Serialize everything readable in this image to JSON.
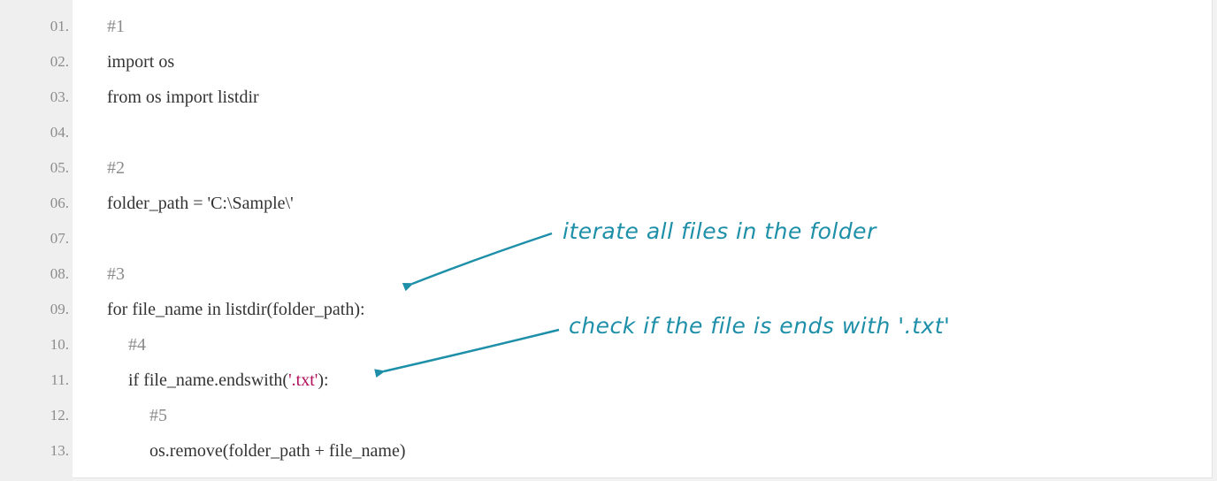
{
  "editor": {
    "lines": [
      {
        "num": "01.",
        "indent": 0,
        "parts": [
          {
            "text": "#1",
            "kind": "comment"
          }
        ]
      },
      {
        "num": "02.",
        "indent": 0,
        "parts": [
          {
            "text": "import os",
            "kind": "code"
          }
        ]
      },
      {
        "num": "03.",
        "indent": 0,
        "parts": [
          {
            "text": "from os import listdir",
            "kind": "code"
          }
        ]
      },
      {
        "num": "04.",
        "indent": 0,
        "parts": []
      },
      {
        "num": "05.",
        "indent": 0,
        "parts": [
          {
            "text": "#2",
            "kind": "comment"
          }
        ]
      },
      {
        "num": "06.",
        "indent": 0,
        "parts": [
          {
            "text": "folder_path = 'C:\\Sample\\'",
            "kind": "code"
          }
        ]
      },
      {
        "num": "07.",
        "indent": 0,
        "parts": []
      },
      {
        "num": "08.",
        "indent": 0,
        "parts": [
          {
            "text": "#3",
            "kind": "comment"
          }
        ]
      },
      {
        "num": "09.",
        "indent": 0,
        "parts": [
          {
            "text": "for file_name in listdir(folder_path):",
            "kind": "code"
          }
        ]
      },
      {
        "num": "10.",
        "indent": 1,
        "parts": [
          {
            "text": "#4",
            "kind": "comment"
          }
        ]
      },
      {
        "num": "11.",
        "indent": 1,
        "parts": [
          {
            "text": "if file_name.endswith(",
            "kind": "code"
          },
          {
            "text": "'.txt'",
            "kind": "str"
          },
          {
            "text": "):",
            "kind": "code"
          }
        ]
      },
      {
        "num": "12.",
        "indent": 2,
        "parts": [
          {
            "text": "#5",
            "kind": "comment"
          }
        ]
      },
      {
        "num": "13.",
        "indent": 2,
        "parts": [
          {
            "text": "os.remove(folder_path + file_name)",
            "kind": "code"
          }
        ]
      }
    ]
  },
  "annotations": {
    "iterate": "iterate all files in the folder",
    "check": "check if the file is ends with '.txt'"
  },
  "colors": {
    "annotation": "#1e8fa8",
    "string": "#b0105a",
    "comment": "#8a8a8a",
    "code": "#333333"
  }
}
